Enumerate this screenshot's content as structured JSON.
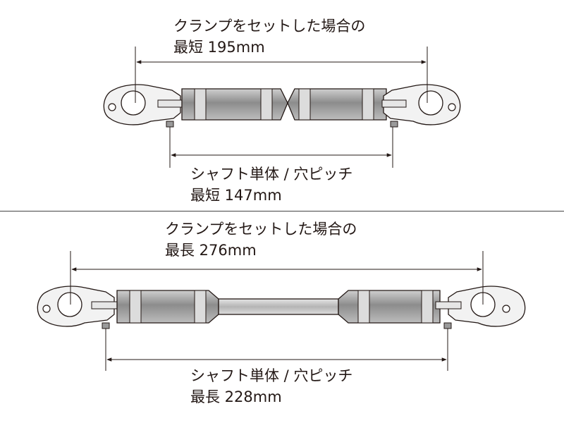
{
  "diagram": {
    "short": {
      "clamp_label": "クランプをセットした場合の",
      "clamp_value": "最短 195mm",
      "shaft_label": "シャフト単体 / 穴ピッチ",
      "shaft_value": "最短 147mm"
    },
    "long": {
      "clamp_label": "クランプをセットした場合の",
      "clamp_value": "最長 276mm",
      "shaft_label": "シャフト単体 / 穴ピッチ",
      "shaft_value": "最長 228mm"
    }
  },
  "colors": {
    "ink": "#231815",
    "tube_dark": "#8c8c8c",
    "tube_light": "#d9d9d9",
    "clamp": "#f2f2f2"
  }
}
